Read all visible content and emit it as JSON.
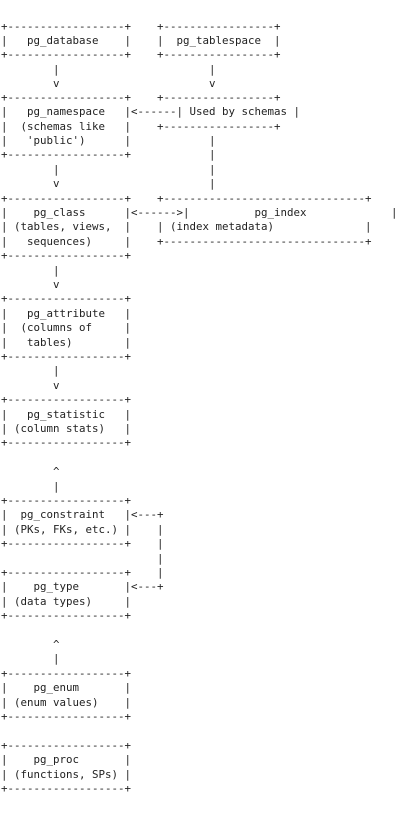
{
  "diagram": {
    "lines": [
      "+------------------+    +-----------------+",
      "|   pg_database    |    |  pg_tablespace  |",
      "+------------------+    +-----------------+",
      "        |                       |",
      "        v                       v",
      "+------------------+    +-----------------+",
      "|   pg_namespace   |<------| Used by schemas |",
      "|  (schemas like   |    +-----------------+",
      "|   'public')      |            |",
      "+------------------+            |",
      "        |                       |",
      "        v                       |",
      "+------------------+    +-------------------------------+",
      "|    pg_class      |<------>|          pg_index             |",
      "| (tables, views,  |    | (index metadata)              |",
      "|   sequences)     |    +-------------------------------+",
      "+------------------+",
      "        |",
      "        v",
      "+------------------+",
      "|   pg_attribute   |",
      "|  (columns of     |",
      "|   tables)        |",
      "+------------------+",
      "        |",
      "        v",
      "+------------------+",
      "|   pg_statistic   |",
      "| (column stats)   |",
      "+------------------+",
      "",
      "        ^",
      "        |",
      "+------------------+",
      "|  pg_constraint   |<---+",
      "| (PKs, FKs, etc.) |    |",
      "+------------------+    |",
      "                        |",
      "+------------------+    |",
      "|    pg_type       |<---+",
      "| (data types)     |",
      "+------------------+",
      "",
      "        ^",
      "        |",
      "+------------------+",
      "|    pg_enum       |",
      "| (enum values)    |",
      "+------------------+",
      "",
      "+------------------+",
      "|    pg_proc       |",
      "| (functions, SPs) |",
      "+------------------+"
    ]
  }
}
